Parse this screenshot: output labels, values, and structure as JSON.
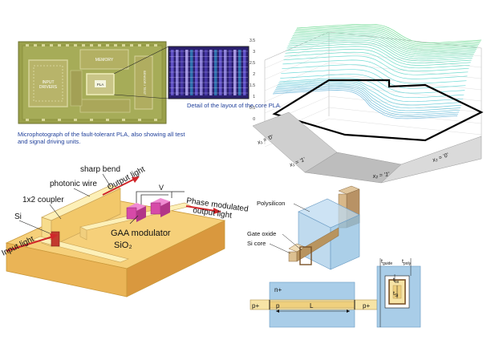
{
  "micrograph": {
    "chip_labels": {
      "memory": "MEMORY",
      "pla": "PLA",
      "input_drivers": "INPUT DRIVERS",
      "side": "SENSOR / TEST"
    },
    "caption": "Microphotograph of the fault-tolerant PLA, also showing all test and signal driving units.",
    "detail_caption": "Detail of the layout of the core PLA."
  },
  "surface_plot": {
    "z_ticks": [
      "0",
      "0.5",
      "1",
      "1.5",
      "2",
      "2.5",
      "3",
      "3.5"
    ],
    "axis_labels": [
      "x₁ = '0'",
      "x₁ = '1'",
      "x₂ = '1'",
      "x₂ = '0'"
    ]
  },
  "photonic": {
    "labels": {
      "sharp_bend": "sharp bend",
      "photonic_wire": "photonic wire",
      "output_light": "Output light",
      "coupler": "1x2 coupler",
      "si": "Si",
      "input_light": "Input light",
      "gaa": "GAA modulator",
      "sio2": "SiO₂",
      "v": "V",
      "phase1": "Phase modulated",
      "phase2": "output light"
    }
  },
  "gaa_structure": {
    "labels": {
      "polysilicon": "Polysilicon",
      "gate_oxide": "Gate oxide",
      "si_core": "Si core",
      "n_plus": "n+",
      "p_plus_left": "p+",
      "p": "p",
      "L": "L",
      "p_plus_right": "p+",
      "t_guide": "t",
      "t_guide_sub": "guide",
      "t_poly": "t",
      "t_poly_sub": "poly",
      "t_ox": "t",
      "t_ox_sub": "ox",
      "t_si": "t",
      "t_si_sub": "Si"
    }
  },
  "colors": {
    "chip_green": "#9aa04a",
    "detail_purple": "#3b2a8a",
    "sio2_gold": "#f3c96c",
    "si_yellow": "#fbe9a8",
    "modulator_pink": "#d64aa8",
    "arrow_red": "#d0262a",
    "poly_blue": "#a9cde8",
    "core_tan": "#d8b88a"
  }
}
